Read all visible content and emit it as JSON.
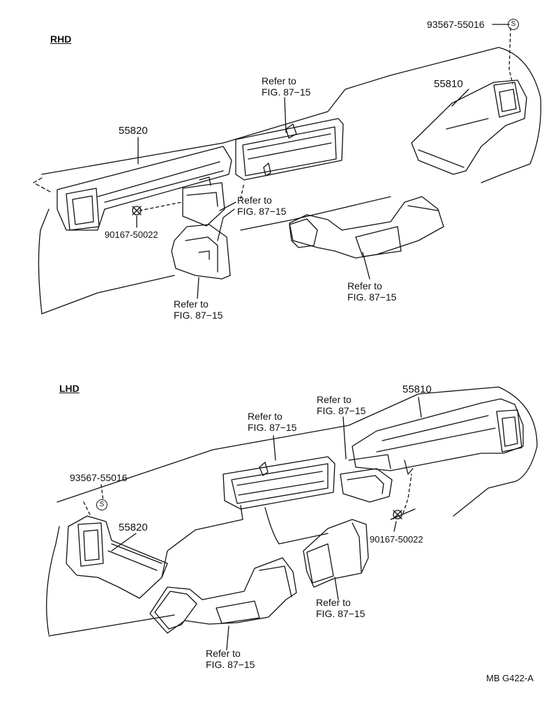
{
  "diagram": {
    "sections": {
      "rhd": {
        "heading": "RHD",
        "parts": {
          "screw_part_no": "93567-55016",
          "screw_mark": "S",
          "duct_right": "55810",
          "duct_left": "55820",
          "clip_part_no": "90167-50022"
        },
        "refs": {
          "center_register": {
            "line1": "Refer to",
            "line2": "FIG. 87−15"
          },
          "side_register": {
            "line1": "Refer to",
            "line2": "FIG. 87−15"
          },
          "lower_left": {
            "line1": "Refer to",
            "line2": "FIG. 87−15"
          },
          "lower_right": {
            "line1": "Refer to",
            "line2": "FIG. 87−15"
          }
        }
      },
      "lhd": {
        "heading": "LHD",
        "parts": {
          "duct_right": "55810",
          "screw_part_no": "93567-55016",
          "screw_mark": "S",
          "duct_left": "55820",
          "clip_part_no": "90167-50022"
        },
        "refs": {
          "center_register": {
            "line1": "Refer to",
            "line2": "FIG. 87−15"
          },
          "side_register": {
            "line1": "Refer to",
            "line2": "FIG. 87−15"
          },
          "lower_right": {
            "line1": "Refer to",
            "line2": "FIG. 87−15"
          },
          "lower_left": {
            "line1": "Refer to",
            "line2": "FIG. 87−15"
          }
        }
      }
    },
    "figure_code": "MB G422-A"
  }
}
